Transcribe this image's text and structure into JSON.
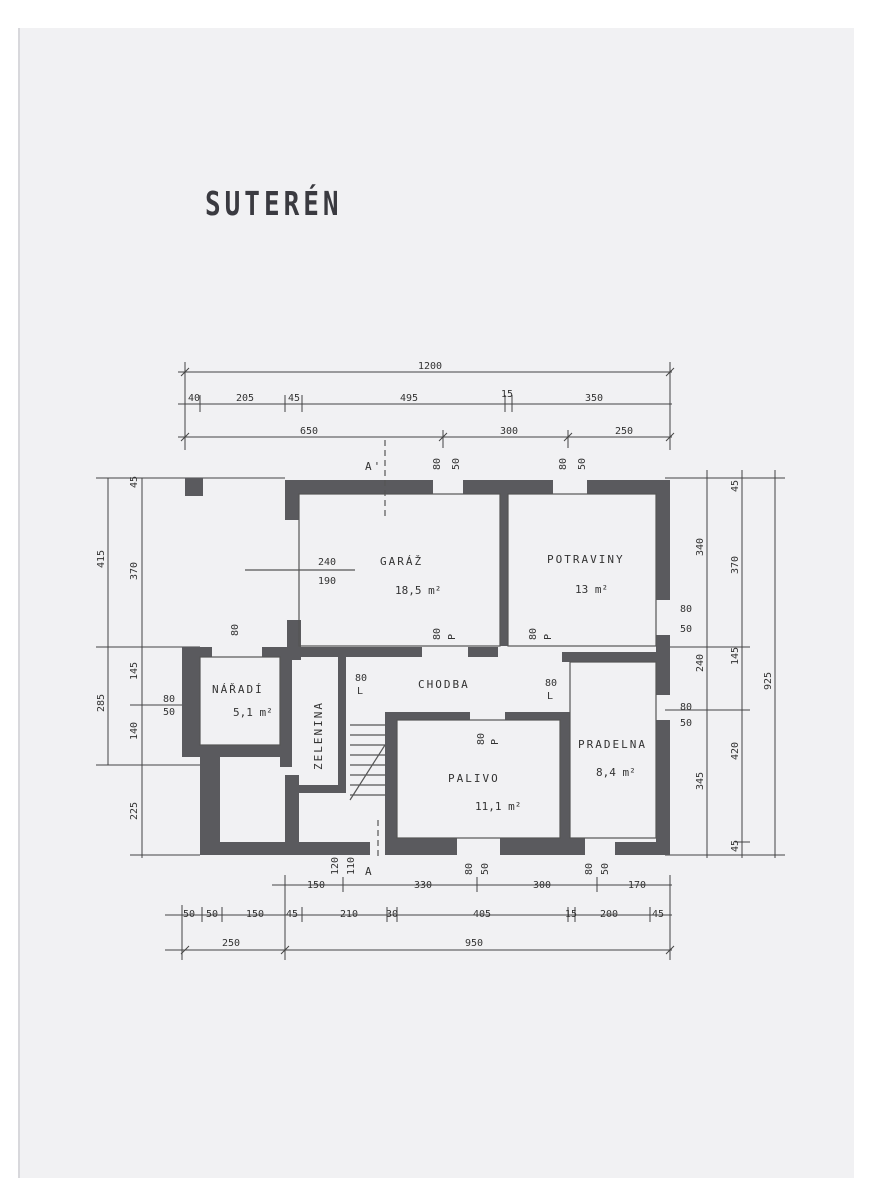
{
  "title": "SUTERÉN",
  "section_marks": {
    "top": "A'",
    "bottom": "A"
  },
  "rooms": {
    "garaz": {
      "name": "GARÁŽ",
      "area": "18,5 m²"
    },
    "potraviny": {
      "name": "POTRAVINY",
      "area": "13 m²"
    },
    "naradi": {
      "name": "NÁŘADÍ",
      "area": "5,1 m²"
    },
    "chodba": {
      "name": "CHODBA"
    },
    "zelenina": {
      "name": "ZELENINA"
    },
    "palivo": {
      "name": "PALIVO",
      "area": "11,1 m²"
    },
    "pradelna": {
      "name": "PRADELNA",
      "area": "8,4 m²"
    }
  },
  "dims_top": {
    "total": "1200",
    "row2": [
      "40",
      "205",
      "45",
      "495",
      "15",
      "350"
    ],
    "row3": [
      "650",
      "300",
      "250"
    ]
  },
  "dims_bottom": {
    "row1": [
      "150",
      "330",
      "300",
      "170"
    ],
    "row2": [
      "50",
      "50",
      "150",
      "45",
      "210",
      "30",
      "405",
      "15",
      "200",
      "45"
    ],
    "row3": [
      "250",
      "950"
    ]
  },
  "dims_left": [
    "415",
    "45",
    "370",
    "145",
    "285",
    "140",
    "80",
    "50",
    "225"
  ],
  "dims_right": [
    "340",
    "45",
    "370",
    "240",
    "145",
    "80",
    "50",
    "925",
    "420",
    "80",
    "50",
    "345",
    "45"
  ],
  "door_marks": {
    "garage_door": [
      "80",
      "50"
    ],
    "potraviny_door": [
      "80",
      "50"
    ],
    "garaz_inner": [
      "240",
      "190"
    ],
    "naradi_door": [
      "80"
    ],
    "chodba_door1": [
      "80",
      "P"
    ],
    "chodba_door2": [
      "80",
      "P"
    ],
    "zelenina_door": [
      "80",
      "L"
    ],
    "pradelna_door": [
      "80",
      "L"
    ],
    "palivo_door": [
      "80",
      "P"
    ],
    "bottom_door1": [
      "120",
      "110"
    ],
    "bottom_door2": [
      "80",
      "50"
    ],
    "bottom_door3": [
      "80",
      "50"
    ]
  }
}
